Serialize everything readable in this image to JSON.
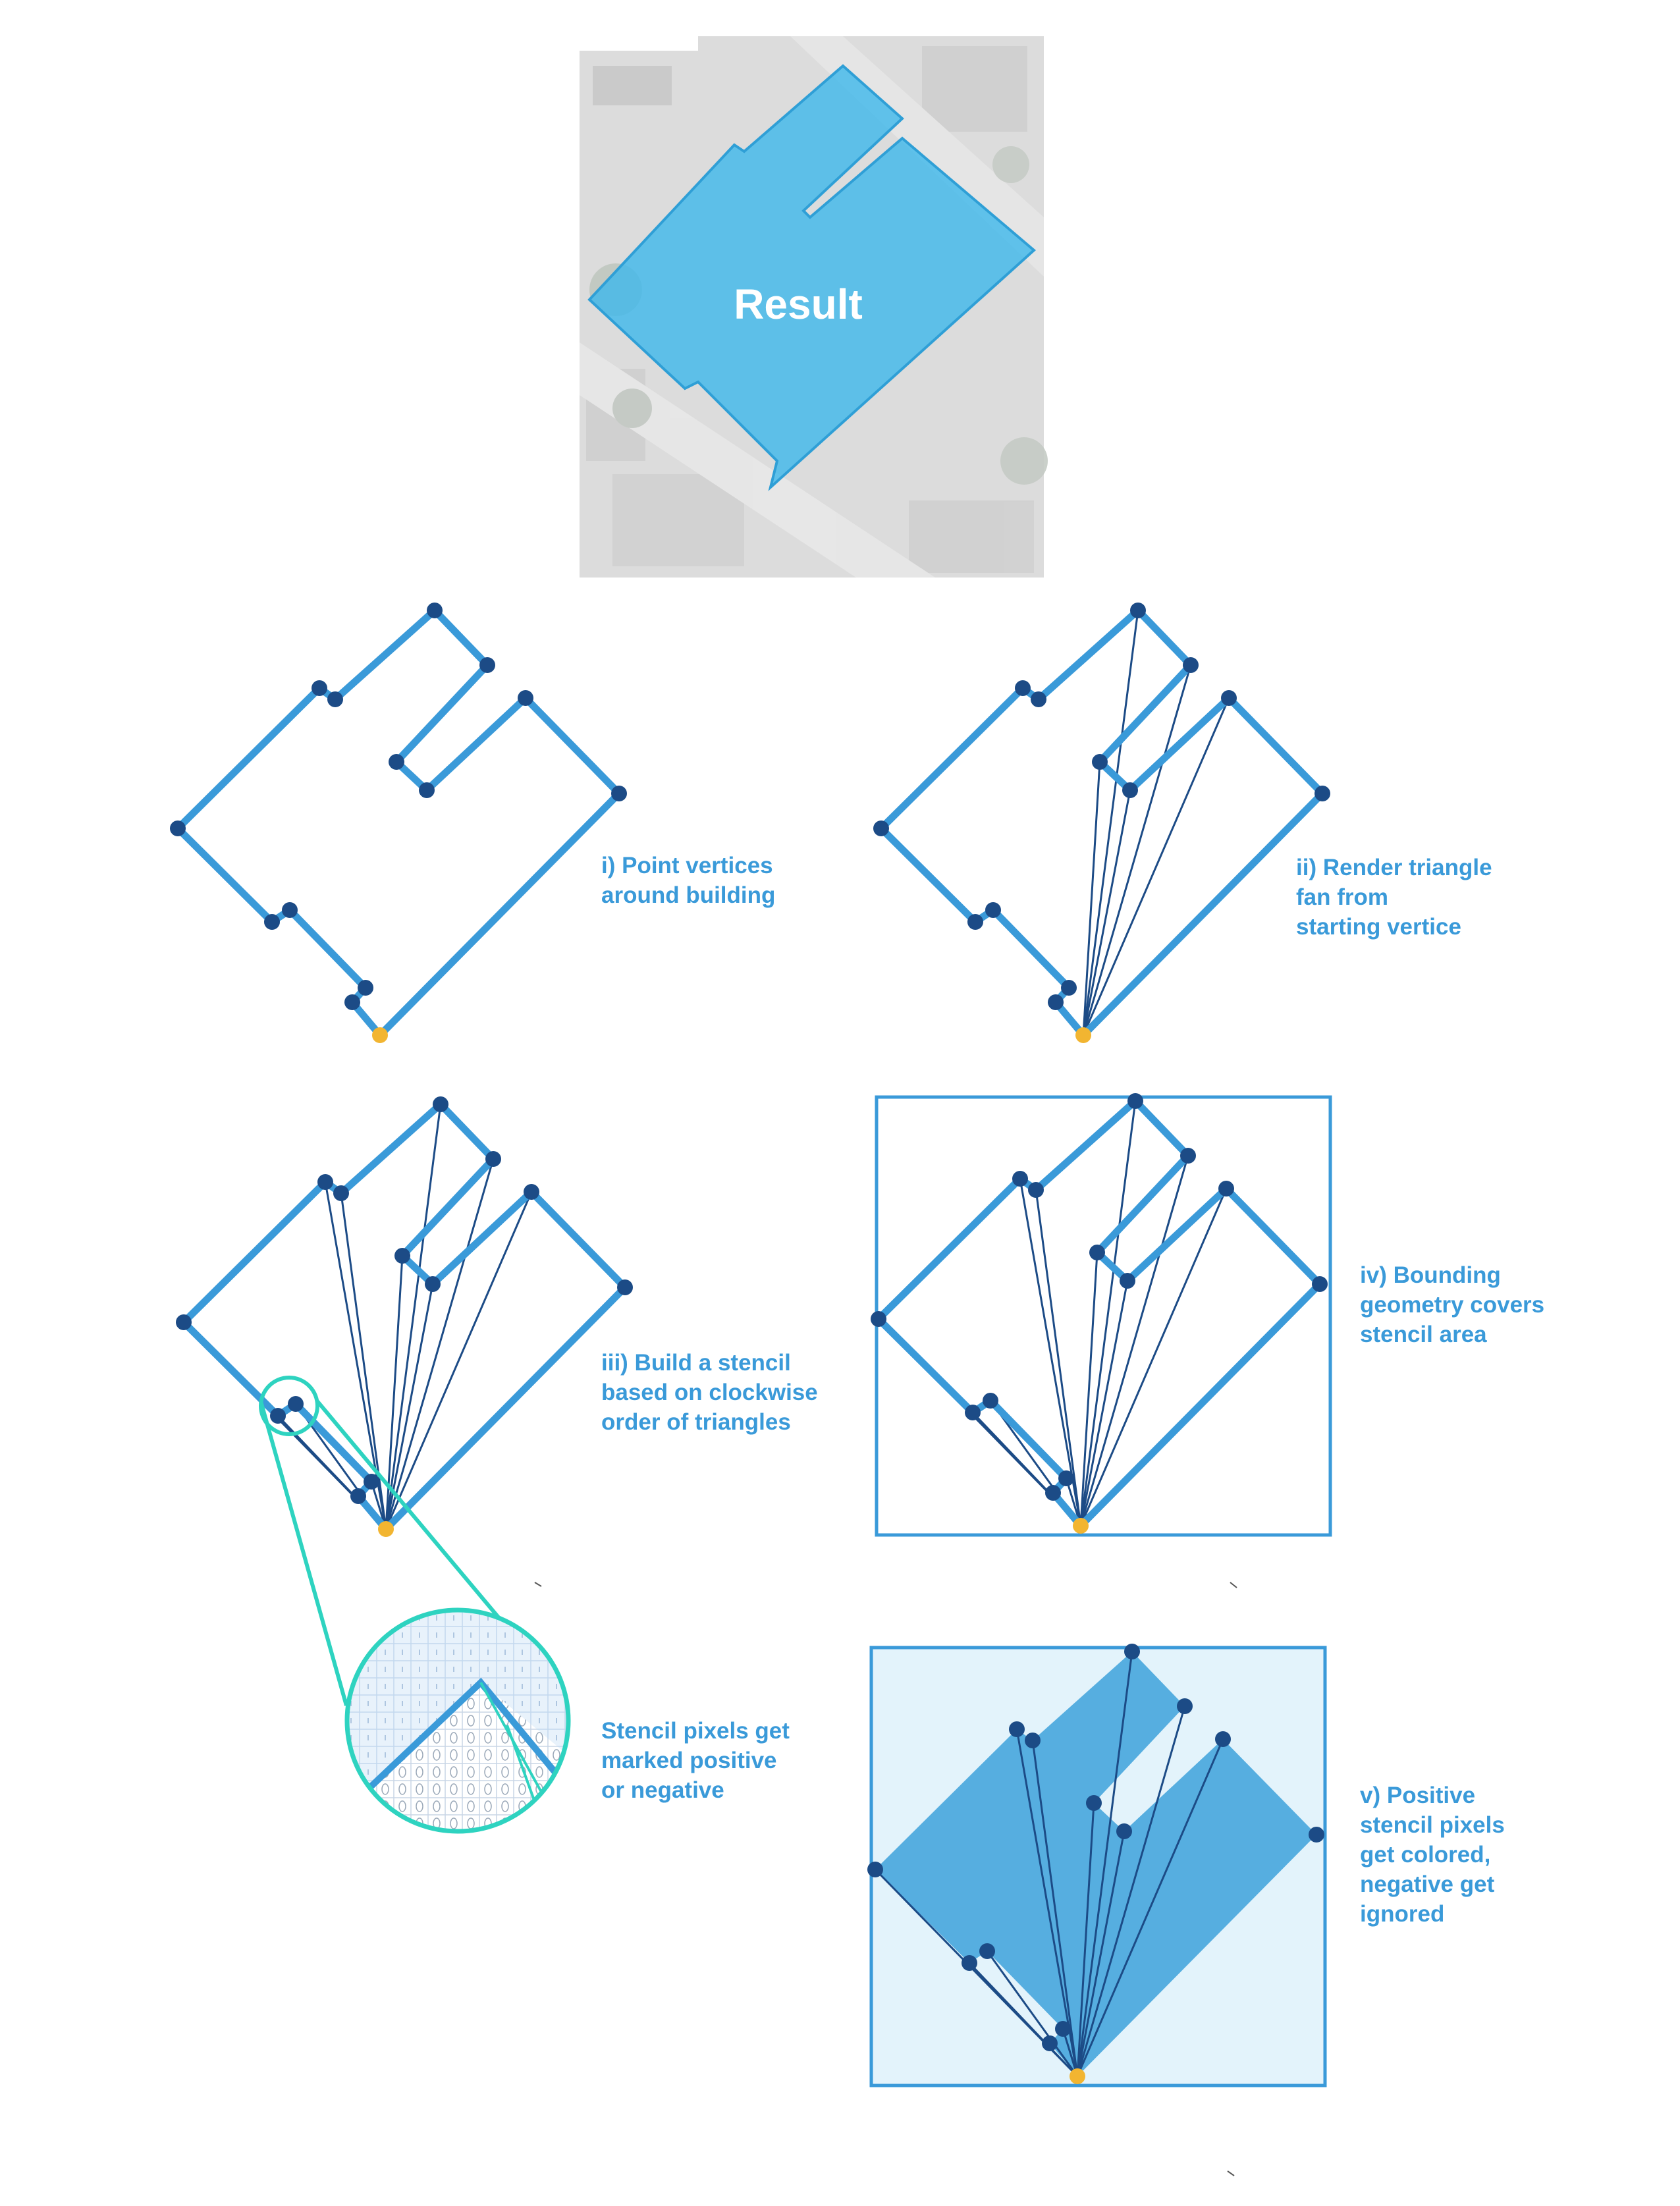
{
  "colors": {
    "line": "#3a9ad9",
    "vertex": "#1c4b86",
    "start_vertex": "#f2b531",
    "caption": "#3a9ad9",
    "zoom_ring": "#2ed3c0",
    "result_fill": "#41b8ea",
    "fill_positive": "#56aee0",
    "fill_bbox": "#e3f3fb"
  },
  "result": {
    "label": "Result"
  },
  "steps": [
    {
      "id": "i",
      "caption": "i) Point vertices\naround building"
    },
    {
      "id": "ii",
      "caption": "ii) Render triangle\nfan from\nstarting vertice"
    },
    {
      "id": "iii",
      "caption": "iii) Build a stencil\nbased on clockwise\norder of triangles"
    },
    {
      "id": "iv",
      "caption": "iv) Bounding\ngeometry covers\nstencil area"
    },
    {
      "id": "v",
      "caption": "v) Positive\nstencil pixels\nget colored,\nnegative get\nignored"
    }
  ],
  "zoom_note": {
    "caption": "Stencil pixels get\nmarked positive\nor negative"
  }
}
